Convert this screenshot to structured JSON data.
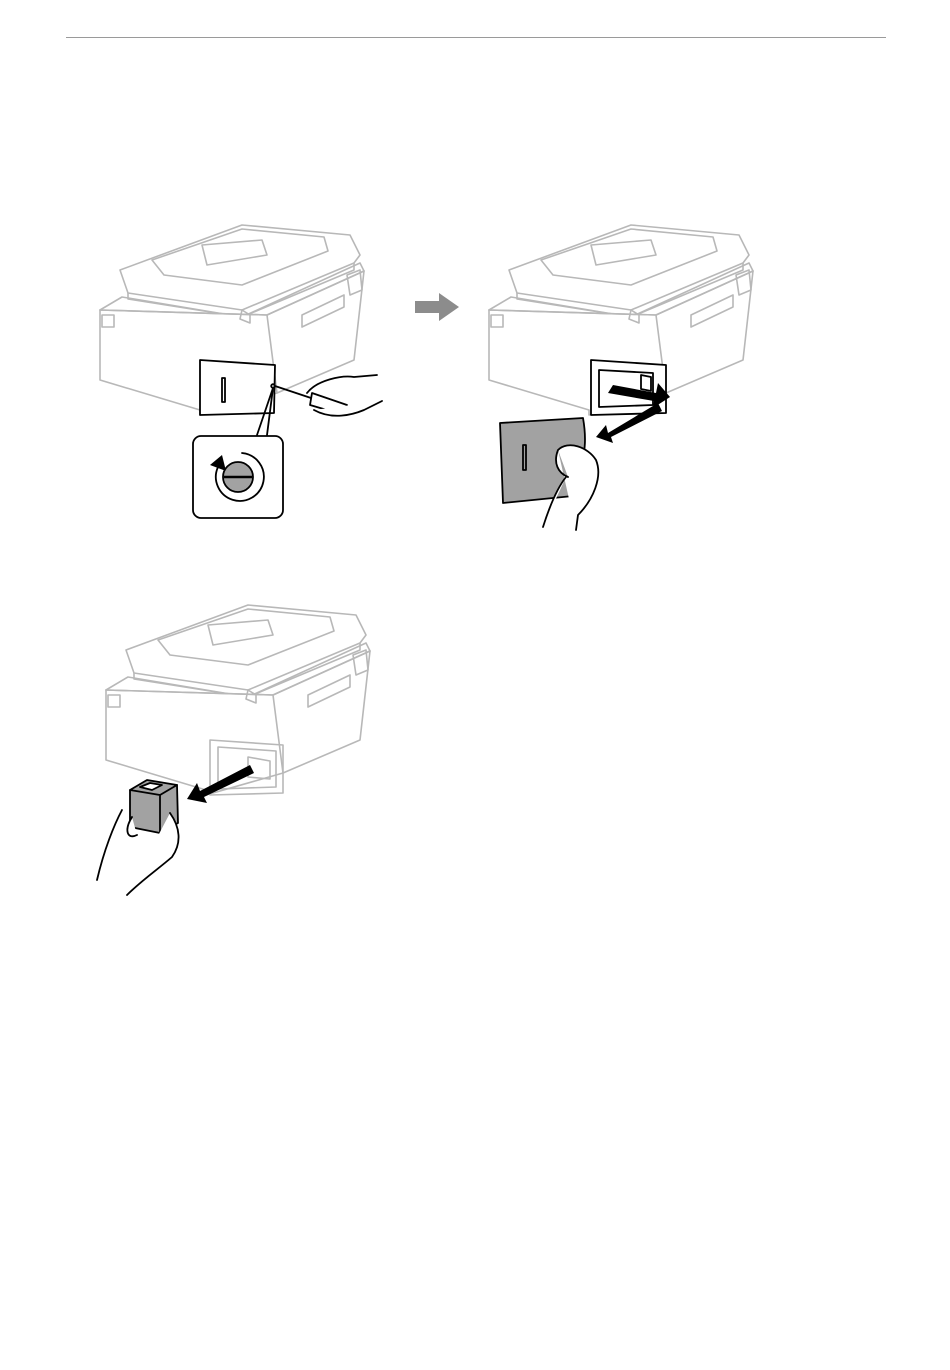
{
  "page": {
    "background": "#ffffff",
    "rule_color": "#9a9a9a"
  },
  "figures": [
    {
      "id": "fig-1",
      "icons": [
        "printer-icon",
        "screwdriver-icon",
        "hand-icon",
        "rotate-counterclockwise-icon",
        "screw-icon"
      ]
    },
    {
      "id": "fig-2",
      "icons": [
        "printer-icon",
        "cover-icon",
        "hand-icon",
        "pull-arrow-icon"
      ]
    },
    {
      "id": "fig-3",
      "icons": [
        "printer-icon",
        "maintenance-box-icon",
        "hand-icon",
        "pull-arrow-icon"
      ]
    }
  ],
  "step_arrow": {
    "icon": "step-arrow-icon",
    "color": "#8c8c8c"
  },
  "colors": {
    "printer_outline": "#b8b8b8",
    "highlight_fill": "#a2a2a2",
    "ink": "#000000"
  }
}
